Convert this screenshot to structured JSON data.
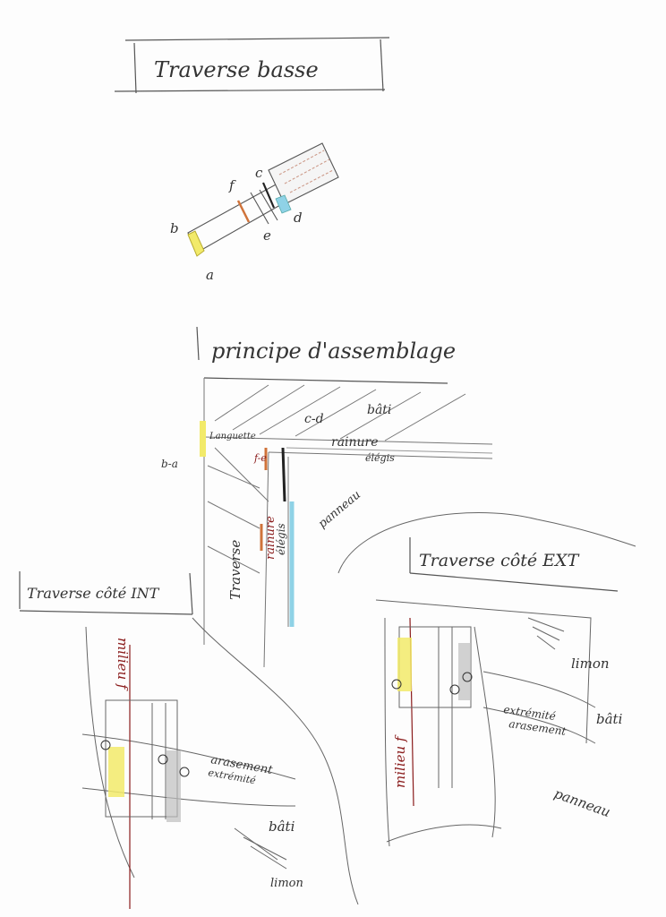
{
  "titles": {
    "main": "Traverse basse",
    "assembly": "principe d'assemblage",
    "int": "Traverse côté INT",
    "ext": "Traverse côté EXT"
  },
  "top_sketch_labels": {
    "a": "a",
    "b": "b",
    "c": "c",
    "d": "d",
    "e": "e",
    "f": "f"
  },
  "assembly_labels": {
    "ba": "b-a",
    "languette": "Languette",
    "cd": "c-d",
    "fe": "f-e",
    "bati": "bâti",
    "rainure_h": "rainure",
    "elegis_h": "élégis",
    "panneau": "panneau",
    "traverse": "Traverse",
    "rainure_v": "rainure",
    "elegis_v": "élégis"
  },
  "int_labels": {
    "milieu": "milieu f",
    "arasement": "arasement",
    "extremite": "extrémité",
    "bati": "bâti",
    "limon": "limon"
  },
  "ext_labels": {
    "milieu": "milieu f",
    "extremite": "extrémité",
    "arasement": "arasement",
    "limon": "limon",
    "bati": "bâti",
    "panneau": "panneau"
  },
  "colors": {
    "pencil": "#555555",
    "yellow": "#f2ea6a",
    "orange": "#d0733a",
    "blue": "#8fd2e6",
    "red": "#8a1c1c",
    "grey_fill": "#bdbdbd"
  }
}
